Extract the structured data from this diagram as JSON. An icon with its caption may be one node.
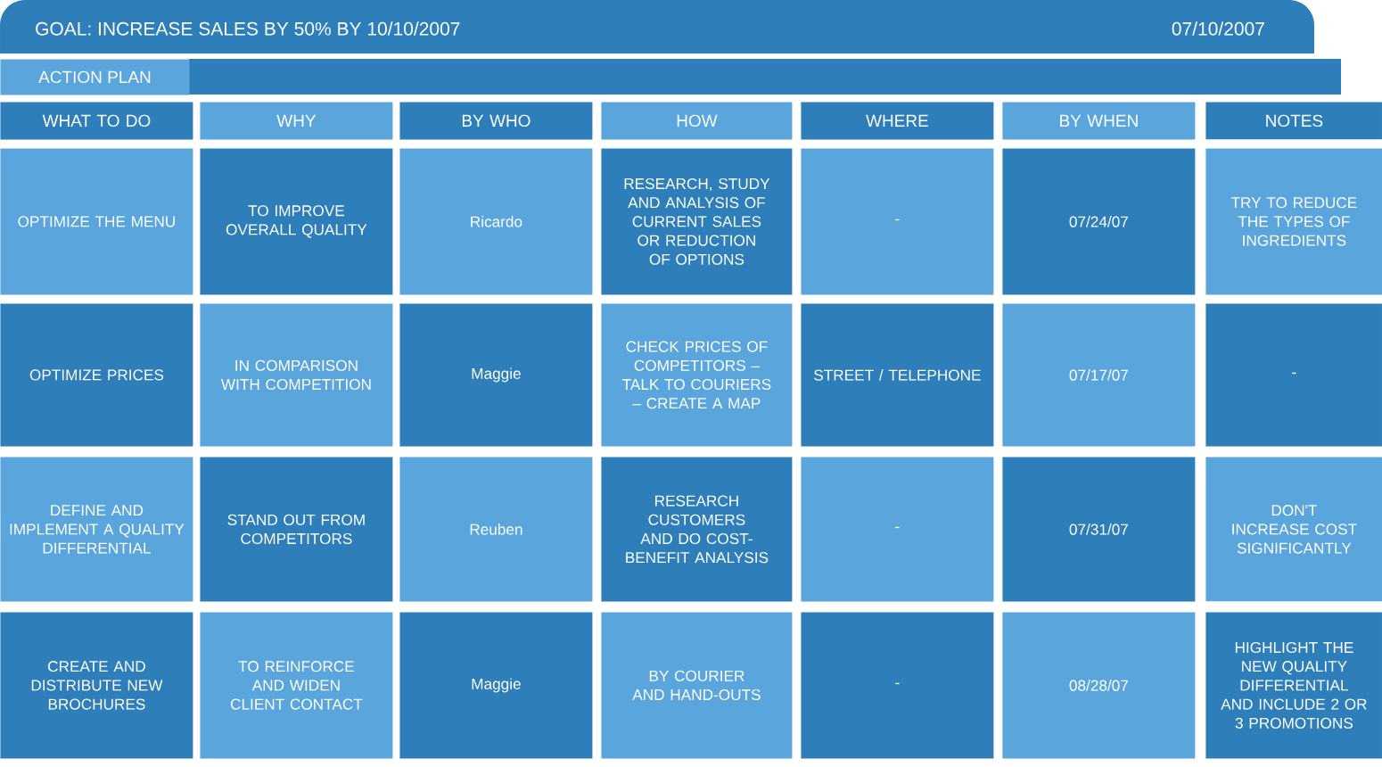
{
  "diagram": {
    "title": "GOAL: INCREASE SALES BY 50% BY 10/10/2007",
    "labels": [
      "07/10/2007",
      "ACTION PLAN",
      "WHAT TO DO",
      "WHY",
      "BY WHO",
      "HOW",
      "WHERE",
      "BY WHEN",
      "NOTES",
      "OPTIMIZE THE MENU",
      "TO IMPROVE OVERALL QUALITY",
      "Ricardo",
      "RESEARCH, STUDY AND ANALYSIS OF CURRENT SALES OR REDUCTION OF OPTIONS",
      "-",
      "07/24/07",
      "TRY TO REDUCE THE TYPES OF INGREDIENTS",
      "OPTIMIZE PRICES",
      "IN COMPARISON WITH COMPETITION",
      "Maggie",
      "CHECK PRICES OF COMPETITORS – TALK TO COURIERS – CREATE A MAP",
      "STREET / TELEPHONE",
      "07/17/07",
      "-",
      "DEFINE AND IMPLEMENT A QUALITY DIFFERENTIAL",
      "STAND OUT FROM COMPETITORS",
      "Reuben",
      "RESEARCH CUSTOMERS AND DO COST-BENEFIT ANALYSIS",
      "-",
      "07/31/07",
      "DON'T INCREASE COST SIGNIFICANTLY",
      "CREATE AND DISTRIBUTE NEW BROCHURES",
      "TO REINFORCE AND WIDEN CLIENT CONTACT",
      "Maggie",
      "BY COURIER AND HAND-OUTS",
      "-",
      "08/28/07",
      "HIGHLIGHT THE NEW QUALITY DIFFERENTIAL AND INCLUDE 2 OR 3 PROMOTIONS"
    ]
  }
}
